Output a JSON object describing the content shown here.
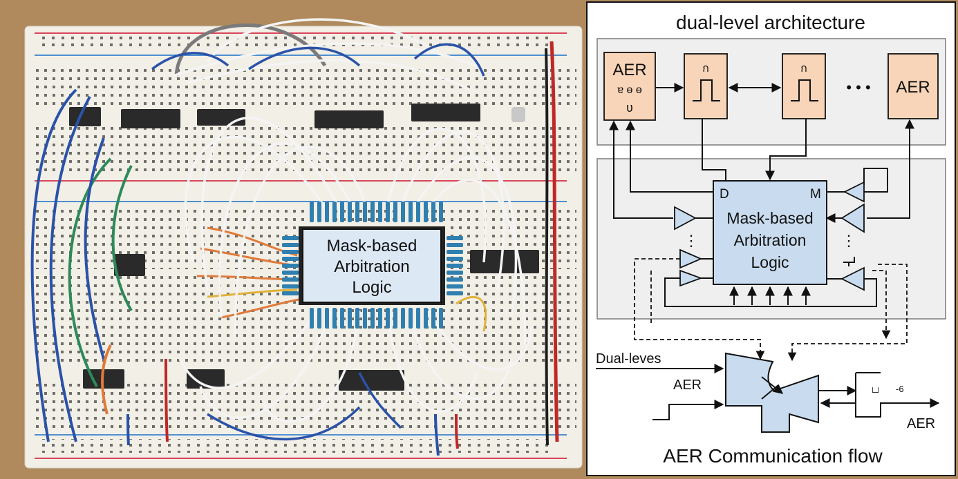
{
  "chip": {
    "label_lines": [
      "Mask-based",
      "Arbitration",
      "Logic"
    ]
  },
  "diagram": {
    "title": "dual-level architecture",
    "bottom_title": "AER Communication flow",
    "aer_left": {
      "label": "AER",
      "squiggle": "ɐ ɵ ɵ",
      "tail": "ʋ"
    },
    "aer_right": {
      "label": "AER"
    },
    "pulse_mark": "ก",
    "dots": "• • •",
    "vdots": "⋮",
    "arbiter": {
      "label_lines": [
        "Mask-based",
        "Arbitration",
        "Logic"
      ],
      "port_d": "D",
      "port_m": "M"
    },
    "flow": {
      "dual_label": "Dual-leves",
      "aer_in": "AER",
      "aer_out": "AER",
      "small_mark": "-6",
      "gate_mark": "└┘"
    }
  },
  "colors": {
    "board": "#f2efe6",
    "hole": "#6e6e6a",
    "rail_red": "#d9445a",
    "rail_blue": "#4e8fd0",
    "wire_white": "#f4f4f4",
    "wire_blue": "#2a52a8",
    "wire_green": "#2d8a5a",
    "wire_orange": "#e07a3a",
    "chip_fill": "#dde8f5",
    "block_fill": "#f8d5b8",
    "arbiter_fill": "#c9dcef",
    "band_fill": "#efefef"
  }
}
